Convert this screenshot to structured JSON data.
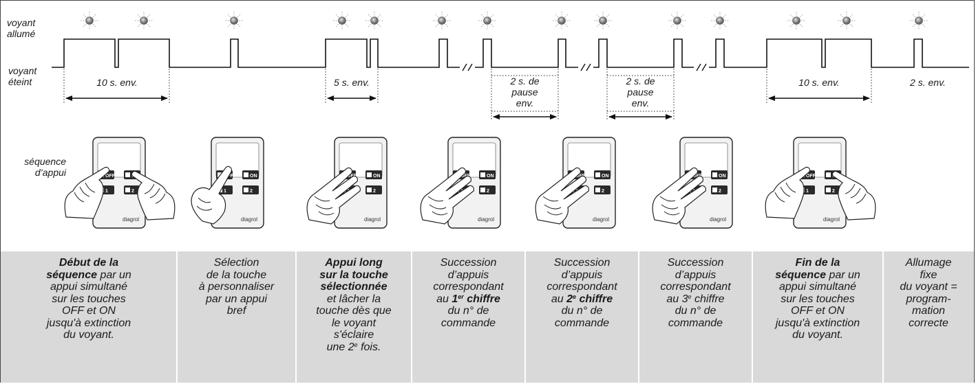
{
  "labels": {
    "on": [
      "voyant",
      "allumé"
    ],
    "off": [
      "voyant",
      "éteint"
    ],
    "sequence": [
      "séquence",
      "d’appui"
    ]
  },
  "timing": {
    "t1": "10 s. env.",
    "t2": "5 s. env.",
    "t3": [
      "2 s. de",
      "pause",
      "env."
    ],
    "t4": [
      "2 s. de",
      "pause",
      "env."
    ],
    "t5": "10 s. env.",
    "t6": "2 s. env."
  },
  "remote": {
    "brand": "diagrol",
    "btn_off": "OFF",
    "btn_on": "ON",
    "btn_1": "1",
    "btn_2": "2"
  },
  "steps": [
    {
      "lines": [
        [
          [
            "b",
            "Début de la"
          ]
        ],
        [
          [
            "b",
            "séquence"
          ],
          [
            "t",
            " par un"
          ]
        ],
        [
          [
            "t",
            "appui simultané"
          ]
        ],
        [
          [
            "t",
            "sur les touches"
          ]
        ],
        [
          [
            "t",
            "OFF et ON"
          ]
        ],
        [
          [
            "t",
            "jusqu'à extinction"
          ]
        ],
        [
          [
            "t",
            "du voyant."
          ]
        ]
      ]
    },
    {
      "lines": [
        [
          [
            "t",
            "Sélection"
          ]
        ],
        [
          [
            "t",
            "de la touche"
          ]
        ],
        [
          [
            "t",
            "à personnaliser"
          ]
        ],
        [
          [
            "t",
            "par un appui"
          ]
        ],
        [
          [
            "t",
            "bref"
          ]
        ]
      ]
    },
    {
      "lines": [
        [
          [
            "b",
            "Appui long"
          ]
        ],
        [
          [
            "b",
            "sur la touche"
          ]
        ],
        [
          [
            "b",
            "sélectionnée"
          ]
        ],
        [
          [
            "t",
            "et lâcher la"
          ]
        ],
        [
          [
            "t",
            "touche dès que"
          ]
        ],
        [
          [
            "t",
            "le voyant"
          ]
        ],
        [
          [
            "t",
            "s'éclaire"
          ]
        ],
        [
          [
            "t",
            "une 2"
          ],
          [
            "s",
            "e"
          ],
          [
            "t",
            " fois."
          ]
        ]
      ]
    },
    {
      "lines": [
        [
          [
            "t",
            "Succession"
          ]
        ],
        [
          [
            "t",
            "d’appuis"
          ]
        ],
        [
          [
            "t",
            "correspondant"
          ]
        ],
        [
          [
            "t",
            "au "
          ],
          [
            "b",
            "1"
          ],
          [
            "bs",
            "er"
          ],
          [
            "b",
            " chiffre"
          ]
        ],
        [
          [
            "t",
            "du n° de"
          ]
        ],
        [
          [
            "t",
            "commande"
          ]
        ]
      ]
    },
    {
      "lines": [
        [
          [
            "t",
            "Succession"
          ]
        ],
        [
          [
            "t",
            "d’appuis"
          ]
        ],
        [
          [
            "t",
            "correspondant"
          ]
        ],
        [
          [
            "t",
            "au "
          ],
          [
            "b",
            "2"
          ],
          [
            "bs",
            "e"
          ],
          [
            "b",
            " chiffre"
          ]
        ],
        [
          [
            "t",
            "du n° de"
          ]
        ],
        [
          [
            "t",
            "commande"
          ]
        ]
      ]
    },
    {
      "lines": [
        [
          [
            "t",
            "Succession"
          ]
        ],
        [
          [
            "t",
            "d’appuis"
          ]
        ],
        [
          [
            "t",
            "correspondant"
          ]
        ],
        [
          [
            "t",
            "au 3"
          ],
          [
            "s",
            "e"
          ],
          [
            "t",
            " chiffre"
          ]
        ],
        [
          [
            "t",
            "du n° de"
          ]
        ],
        [
          [
            "t",
            "commande"
          ]
        ]
      ]
    },
    {
      "lines": [
        [
          [
            "b",
            "Fin de la"
          ]
        ],
        [
          [
            "b",
            "séquence"
          ],
          [
            "t",
            " par un"
          ]
        ],
        [
          [
            "t",
            "appui simultané"
          ]
        ],
        [
          [
            "t",
            "sur les touches"
          ]
        ],
        [
          [
            "t",
            "OFF et ON"
          ]
        ],
        [
          [
            "t",
            "jusqu'à extinction"
          ]
        ],
        [
          [
            "t",
            "du voyant."
          ]
        ]
      ]
    },
    {
      "lines": [
        [
          [
            "t",
            "Allumage"
          ]
        ],
        [
          [
            "t",
            "fixe"
          ]
        ],
        [
          [
            "t",
            "du voyant ="
          ]
        ],
        [
          [
            "t",
            "program-"
          ]
        ],
        [
          [
            "t",
            "mation"
          ]
        ],
        [
          [
            "t",
            "correcte"
          ]
        ]
      ]
    }
  ]
}
